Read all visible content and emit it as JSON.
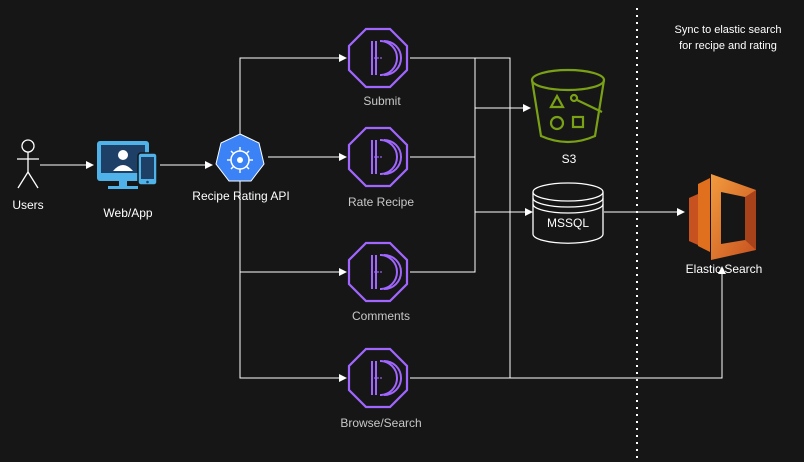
{
  "nodes": {
    "users": "Users",
    "webapp": "Web/App",
    "api": "Recipe Rating API",
    "submit": "Submit",
    "rate": "Rate Recipe",
    "comments": "Comments",
    "browse": "Browse/Search",
    "s3": "S3",
    "mssql": "MSSQL",
    "elastic": "Elastic Search"
  },
  "note": {
    "line1": "Sync to elastic search",
    "line2": "for recipe and rating"
  },
  "colors": {
    "background": "#161616",
    "lambda": "#a166ff",
    "s3": "#7aa116",
    "elastic": "#e7731c",
    "api": "#3b82f6",
    "webapp": "#4fb2e8",
    "line": "#ffffff"
  }
}
